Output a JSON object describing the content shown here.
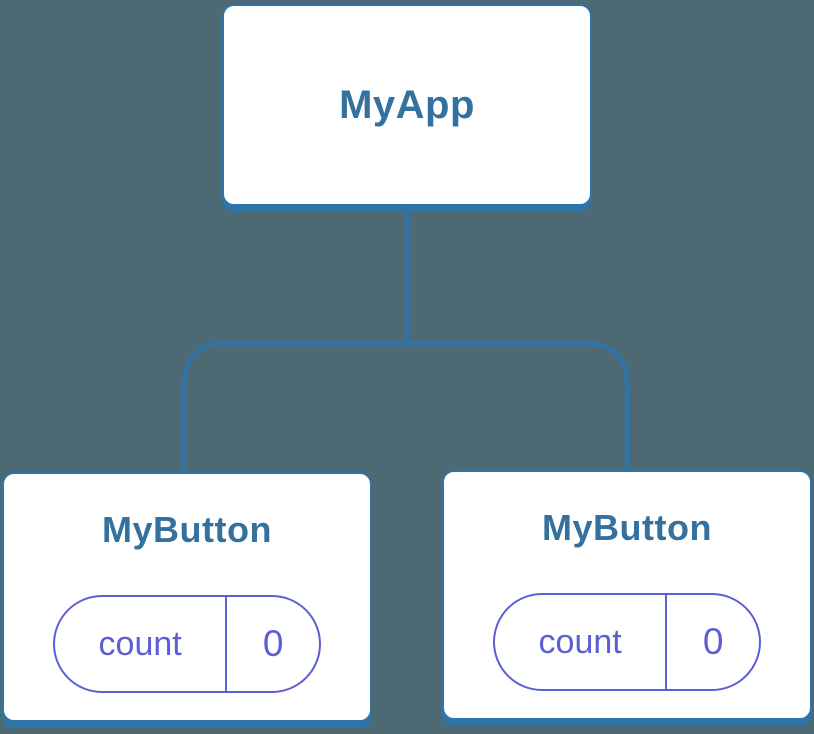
{
  "colors": {
    "canvas_background": "#4D6973",
    "node_background": "#FFFFFF",
    "node_border": "#2E74A8",
    "node_text": "#35719E",
    "connector": "#2E74A8",
    "state_accent": "#5C5ED6"
  },
  "tree": {
    "root": {
      "label": "MyApp"
    },
    "children": [
      {
        "label": "MyButton",
        "state": {
          "key": "count",
          "value": "0"
        }
      },
      {
        "label": "MyButton",
        "state": {
          "key": "count",
          "value": "0"
        }
      }
    ]
  }
}
